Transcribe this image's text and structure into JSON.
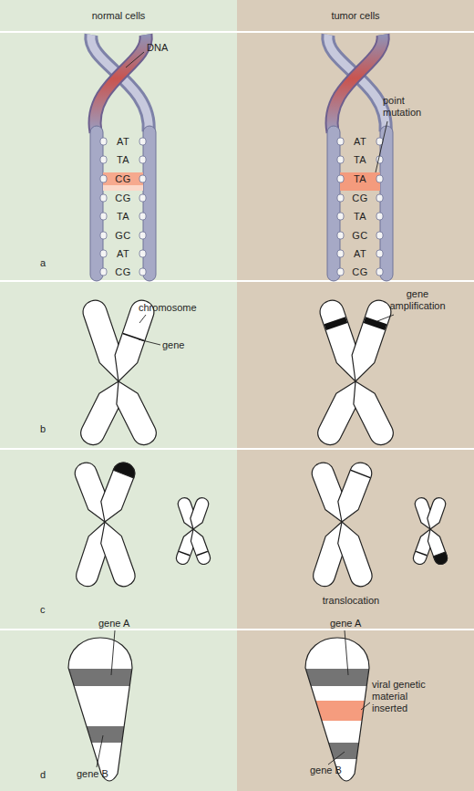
{
  "diagram": {
    "labels": [
      "normal cells",
      "tumor cells",
      "DNA",
      "AT",
      "TA",
      "CG",
      "CG",
      "TA",
      "GC",
      "AT",
      "CG",
      "a",
      "point mutation",
      "AT",
      "TA",
      "TA",
      "CG",
      "TA",
      "GC",
      "AT",
      "CG",
      "chromosome",
      "gene",
      "b",
      "gene amplification",
      "c",
      "translocation",
      "gene A",
      "gene B",
      "d",
      "gene A",
      "viral genetic material inserted",
      "gene B"
    ]
  }
}
